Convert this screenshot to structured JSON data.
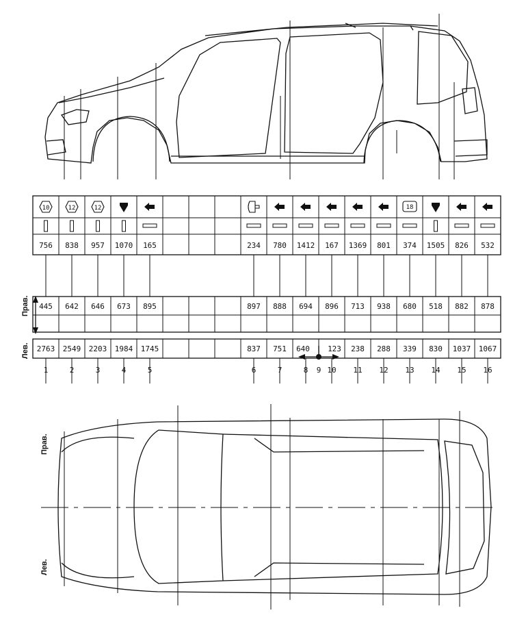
{
  "labels": {
    "right": "Прав.",
    "left": "Лев.",
    "right_plan": "Прав.",
    "left_plan": "Лев."
  },
  "badges": [
    "10",
    "12",
    "12",
    "18"
  ],
  "columns": [
    {
      "index": "1",
      "ref": "756",
      "right": "445",
      "left": "2763",
      "symbol": "hex-badge",
      "badge": "10"
    },
    {
      "index": "2",
      "ref": "838",
      "right": "642",
      "left": "2549",
      "symbol": "hex-badge",
      "badge": "12"
    },
    {
      "index": "3",
      "ref": "957",
      "right": "646",
      "left": "2203",
      "symbol": "hex-badge",
      "badge": "12"
    },
    {
      "index": "4",
      "ref": "1070",
      "right": "673",
      "left": "1984",
      "symbol": "down-arrow",
      "badge": ""
    },
    {
      "index": "5",
      "ref": "165",
      "right": "895",
      "left": "1745",
      "symbol": "left-arrow",
      "badge": ""
    },
    {
      "index": "",
      "ref": "",
      "right": "",
      "left": "",
      "symbol": "none",
      "badge": ""
    },
    {
      "index": "",
      "ref": "",
      "right": "",
      "left": "",
      "symbol": "none",
      "badge": ""
    },
    {
      "index": "",
      "ref": "",
      "right": "",
      "left": "",
      "symbol": "none",
      "badge": ""
    },
    {
      "index": "6",
      "ref": "234",
      "right": "897",
      "left": "837",
      "symbol": "hex-clip",
      "badge": ""
    },
    {
      "index": "7",
      "ref": "780",
      "right": "888",
      "left": "751",
      "symbol": "left-arrow",
      "badge": ""
    },
    {
      "index": "8",
      "ref": "1412",
      "right": "694",
      "left": "640",
      "symbol": "left-arrow",
      "badge": ""
    },
    {
      "index": "10",
      "ref": "167",
      "right": "896",
      "left": "123",
      "symbol": "left-arrow",
      "badge": ""
    },
    {
      "index": "11",
      "ref": "1369",
      "right": "713",
      "left": "238",
      "symbol": "left-arrow",
      "badge": ""
    },
    {
      "index": "12",
      "ref": "801",
      "right": "938",
      "left": "288",
      "symbol": "left-arrow",
      "badge": ""
    },
    {
      "index": "13",
      "ref": "374",
      "right": "680",
      "left": "339",
      "symbol": "rect-badge",
      "badge": "18"
    },
    {
      "index": "14",
      "ref": "1505",
      "right": "518",
      "left": "830",
      "symbol": "down-arrow",
      "badge": ""
    },
    {
      "index": "15",
      "ref": "826",
      "right": "882",
      "left": "1037",
      "symbol": "left-arrow",
      "badge": ""
    },
    {
      "index": "16",
      "ref": "532",
      "right": "878",
      "left": "1067",
      "symbol": "left-arrow",
      "badge": ""
    }
  ],
  "center_index": "9"
}
